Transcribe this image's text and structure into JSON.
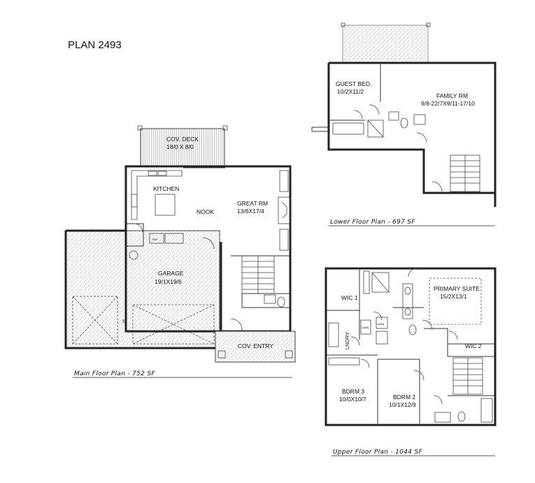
{
  "plan_title": "PLAN 2493",
  "main_floor": {
    "caption": "Main Floor Plan - 752 SF",
    "rooms": {
      "deck_name": "COV. DECK",
      "deck_size": "18/0 X 8/0",
      "kitchen": "KITCHEN",
      "nook": "NOOK",
      "great_name": "GREAT RM",
      "great_size": "13/6X17/4",
      "garage_name": "GARAGE",
      "garage_size": "19/1X19/6",
      "entry": "COV. ENTRY",
      "ref": "REF"
    }
  },
  "lower_floor": {
    "caption": "Lower Floor Plan - 697 SF",
    "rooms": {
      "guest_name": "GUEST BED.",
      "guest_size": "10/2X11/2",
      "family_name": "FAMILY RM",
      "family_size": "9/8-22/7X9/11-17/10"
    }
  },
  "upper_floor": {
    "caption": "Upper Floor Plan - 1044 SF",
    "rooms": {
      "primary_name": "PRIMARY SUITE",
      "primary_size": "15/2X13/1",
      "wic1": "WIC 1",
      "wic2": "WIC 2",
      "lndry": "LNDRY",
      "bdrm3_name": "BDRM 3",
      "bdrm3_size": "10/0X10/7",
      "bdrm2_name": "BDRM 2",
      "bdrm2_size": "10/1X12/9",
      "linen_a": "LINEN",
      "linen_b": "LINEN"
    }
  }
}
